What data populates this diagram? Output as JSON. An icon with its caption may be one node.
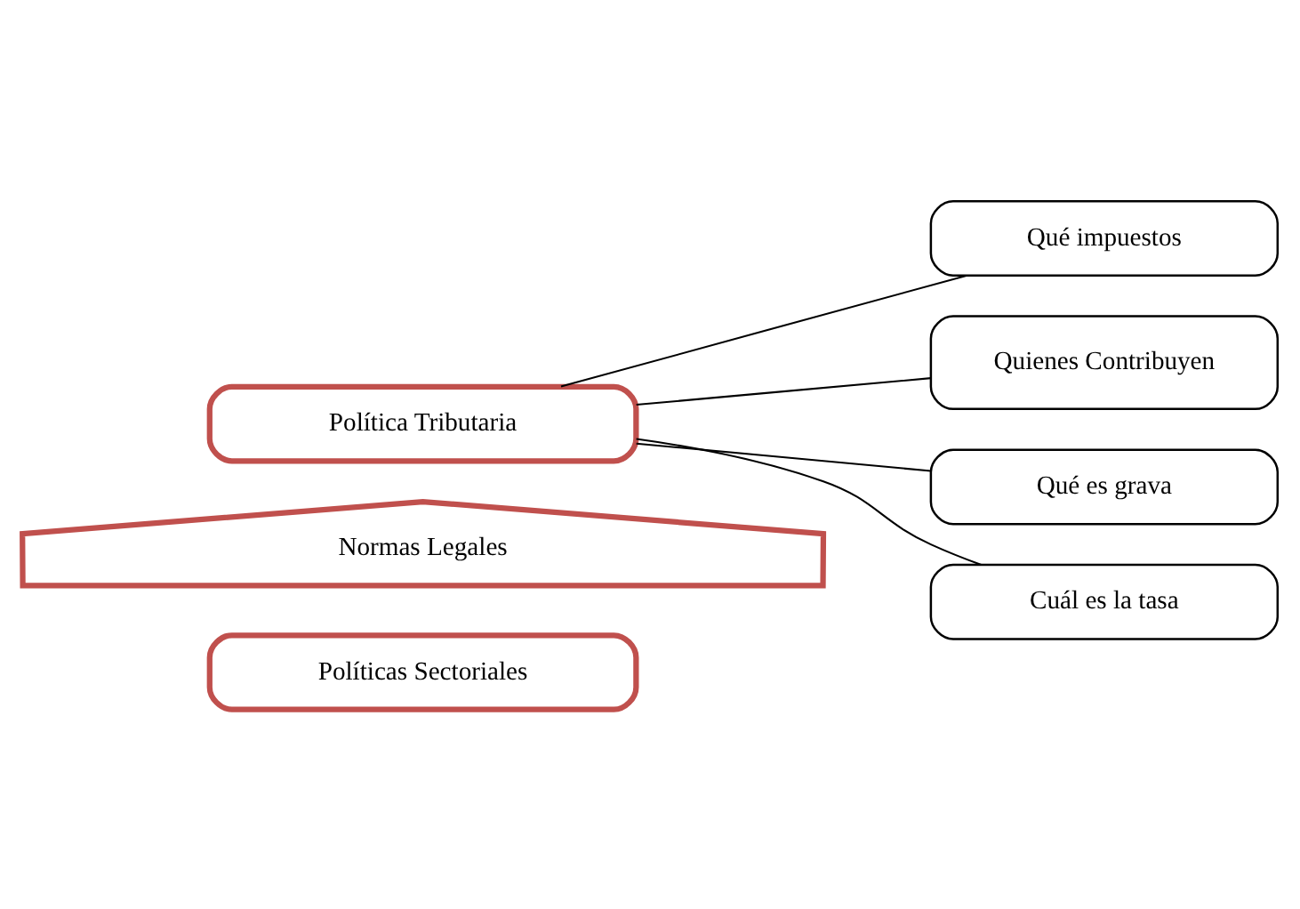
{
  "diagram": {
    "nodes": [
      {
        "text": [
          "Política Tributaria"
        ]
      },
      {
        "text": [
          "Qué impuestos"
        ]
      },
      {
        "text": [
          "Quienes Contribuyen"
        ]
      },
      {
        "text": [
          "Qué es grava"
        ]
      },
      {
        "text": [
          "Cuál es la tasa"
        ]
      },
      {
        "text": [
          "Normas Legales"
        ]
      },
      {
        "text": [
          "Políticas Sectoriales"
        ]
      }
    ],
    "edges": [
      {
        "from": 0,
        "to": 1,
        "arrow": "none"
      },
      {
        "from": 0,
        "to": 2,
        "arrow": "none"
      },
      {
        "from": 0,
        "to": 3,
        "arrow": "none"
      },
      {
        "from": 0,
        "to": 4,
        "arrow": "none"
      }
    ]
  }
}
